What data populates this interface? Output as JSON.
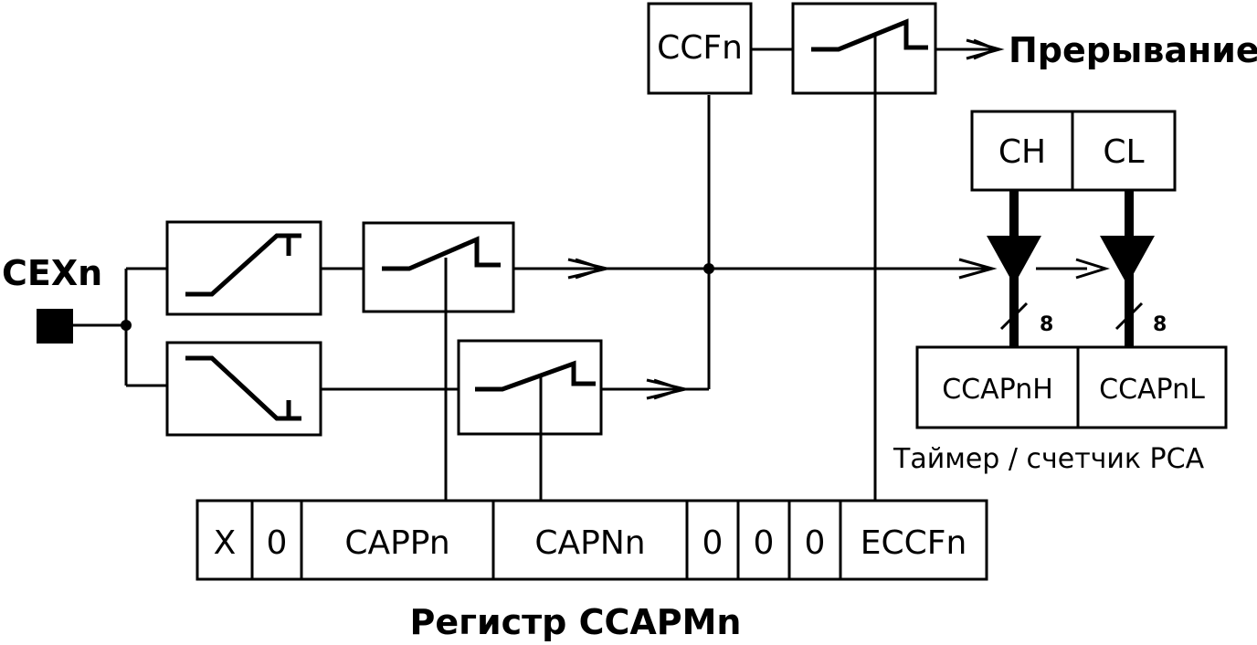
{
  "input": {
    "label": "CEXn"
  },
  "flag": {
    "label": "CCFn"
  },
  "interrupt": {
    "label": "Прерывание"
  },
  "timer": {
    "high": "CH",
    "low": "CL",
    "caption": "Таймер / счетчик PCA",
    "bus_width": "8"
  },
  "capture": {
    "high": "CCAPnH",
    "low": "CCAPnL"
  },
  "register": {
    "title": "Регистр CCAPMn",
    "bits": [
      "X",
      "0",
      "CAPPn",
      "CAPNn",
      "0",
      "0",
      "0",
      "ECCFn"
    ]
  }
}
